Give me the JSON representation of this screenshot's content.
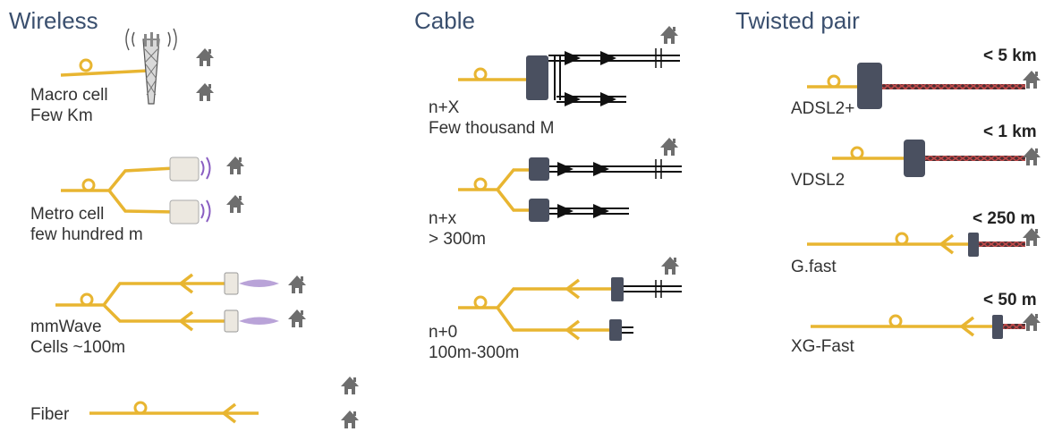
{
  "colors": {
    "fiber": "#e8b531",
    "box": "#4a5060",
    "house": "#6e6e6e",
    "heading": "#3a4f6e",
    "twisted_dark": "#4a2f33",
    "twisted_red": "#c04a4a",
    "signal": "#8a5ec2"
  },
  "sections": {
    "wireless": {
      "title": "Wireless",
      "macro": {
        "line1": "Macro cell",
        "line2": "Few Km"
      },
      "metro": {
        "line1": "Metro cell",
        "line2": "few hundred m"
      },
      "mmwave": {
        "line1": "mmWave",
        "line2": "Cells ~100m"
      },
      "fiber": {
        "line1": "Fiber"
      }
    },
    "cable": {
      "title": "Cable",
      "nx_large": {
        "line1": "n+X",
        "line2": "Few thousand M"
      },
      "nx_small": {
        "line1": "n+x",
        "line2": "> 300m"
      },
      "n0": {
        "line1": "n+0",
        "line2": "100m-300m"
      }
    },
    "twisted": {
      "title": "Twisted pair",
      "adsl": {
        "name": "ADSL2+",
        "distance": "< 5 km"
      },
      "vdsl": {
        "name": "VDSL2",
        "distance": "< 1 km"
      },
      "gfast": {
        "name": "G.fast",
        "distance": "< 250 m"
      },
      "xgfast": {
        "name": "XG-Fast",
        "distance": "< 50 m"
      }
    }
  },
  "icons": [
    "house-icon",
    "cell-tower-icon",
    "small-cell-icon",
    "antenna-icon",
    "amplifier-icon",
    "node-box-icon"
  ]
}
